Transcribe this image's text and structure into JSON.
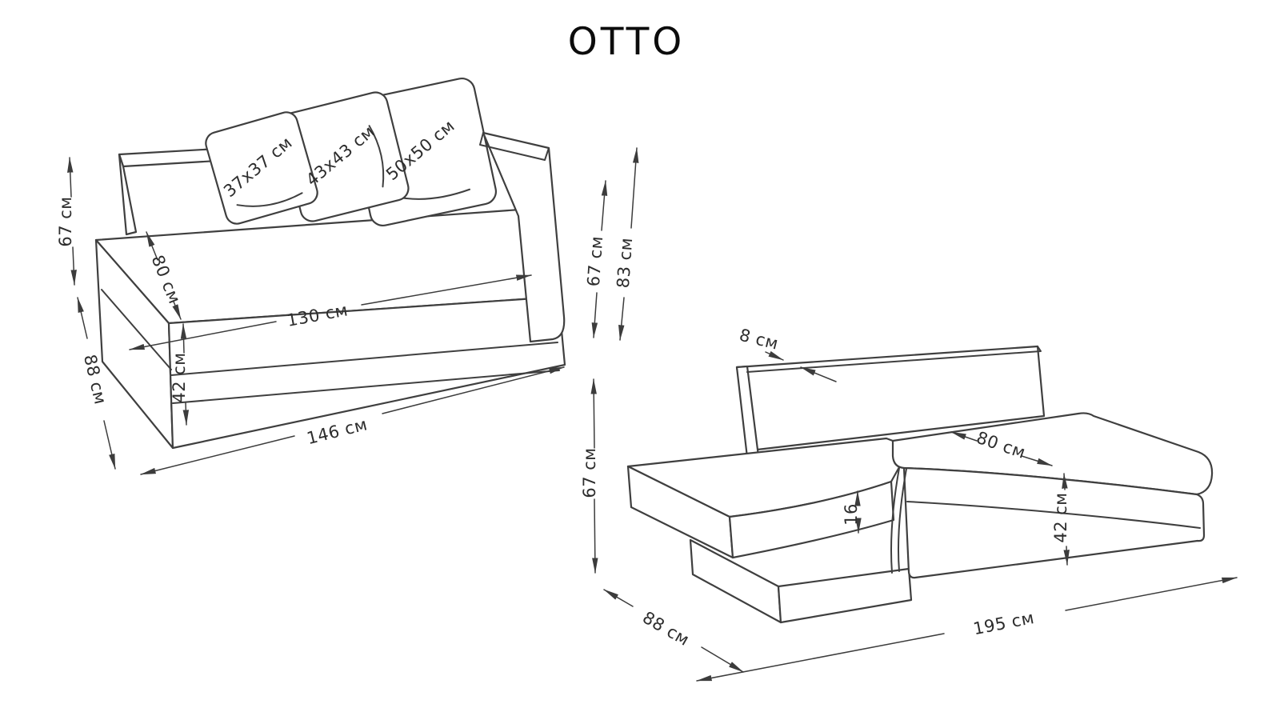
{
  "title": "OTTO",
  "folded_view": {
    "dims": {
      "height_left": "67 см",
      "depth": "88 см",
      "seat_depth": "80 см",
      "seat_width": "130 см",
      "seat_height": "42 см",
      "total_width": "146 см",
      "backrest_height": "67 см",
      "total_height": "83 см"
    },
    "pillows": {
      "small": "37x37 см",
      "medium": "43x43 см",
      "large": "50x50 см"
    }
  },
  "unfolded_view": {
    "dims": {
      "backrest_thickness": "8 см",
      "height": "67 см",
      "depth": "88 см",
      "bed_width": "80 см",
      "cushion_thickness": "16",
      "bed_height": "42 см",
      "bed_length": "195 см"
    }
  },
  "colors": {
    "line": "#3f3f3f",
    "text": "#2d2d2d",
    "background": "#ffffff"
  }
}
